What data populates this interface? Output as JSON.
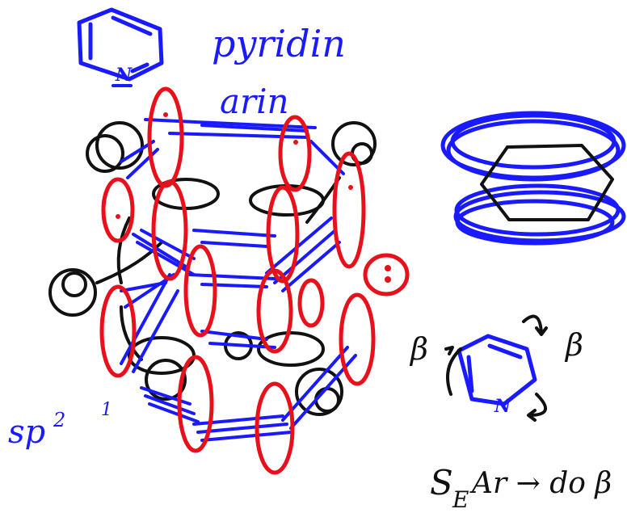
{
  "labels": {
    "pyridine": "pyridin",
    "arene": "arin",
    "hybrid": "sp",
    "hybrid_sup": "2",
    "nitrogen_top": "N",
    "nitrogen_small": "N",
    "beta_left": "β",
    "beta_right": "β",
    "one": "1",
    "reaction": "S",
    "reaction_sub": "E",
    "reaction_rest": "Ar → do β"
  },
  "colors": {
    "blue": "#1a1aff",
    "red": "#e8101a",
    "black": "#111111"
  }
}
